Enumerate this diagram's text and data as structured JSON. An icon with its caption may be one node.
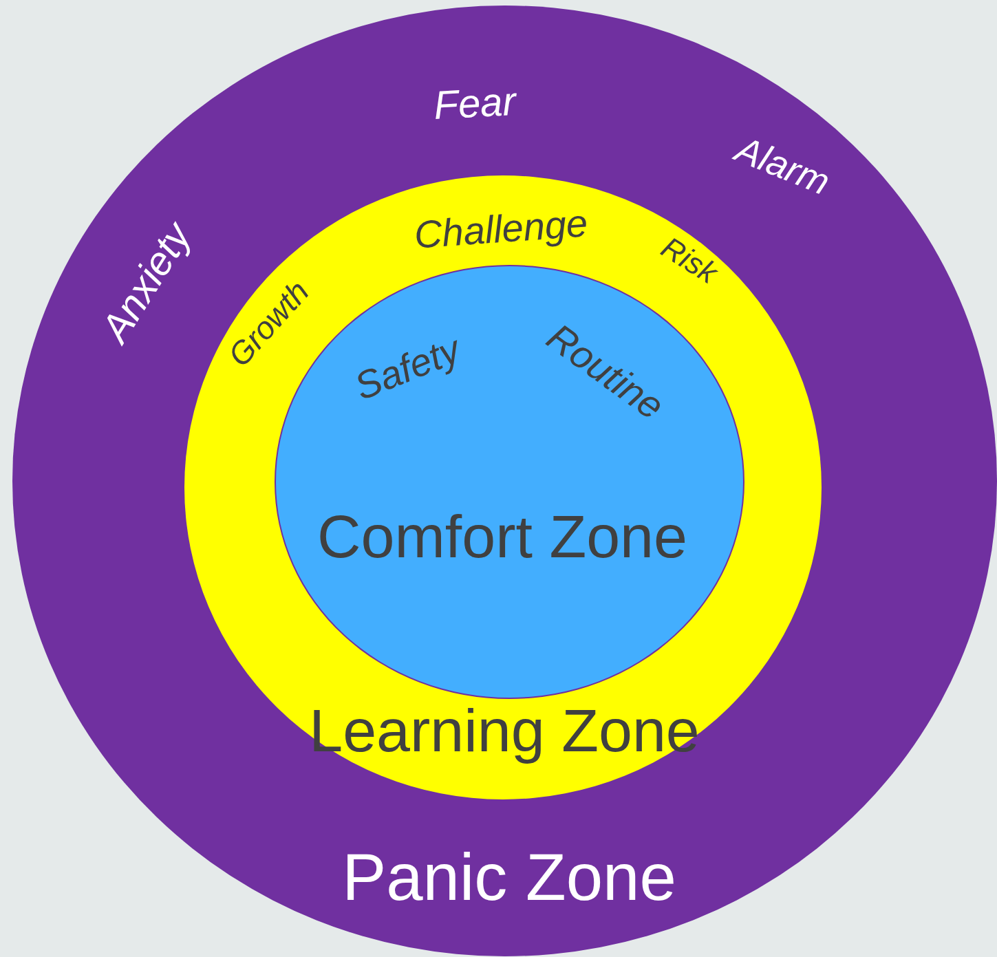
{
  "diagram": {
    "nodes": [
      {
        "text": [
          "Fear",
          "Anxiety",
          "Alarm",
          "Panic Zone"
        ]
      },
      {
        "text": [
          "Challenge",
          "Growth",
          "Risk",
          "Learning Zone"
        ],
        "in": 0
      },
      {
        "text": [
          "Safety",
          "Routine",
          "Comfort Zone"
        ],
        "in": 1
      }
    ]
  }
}
